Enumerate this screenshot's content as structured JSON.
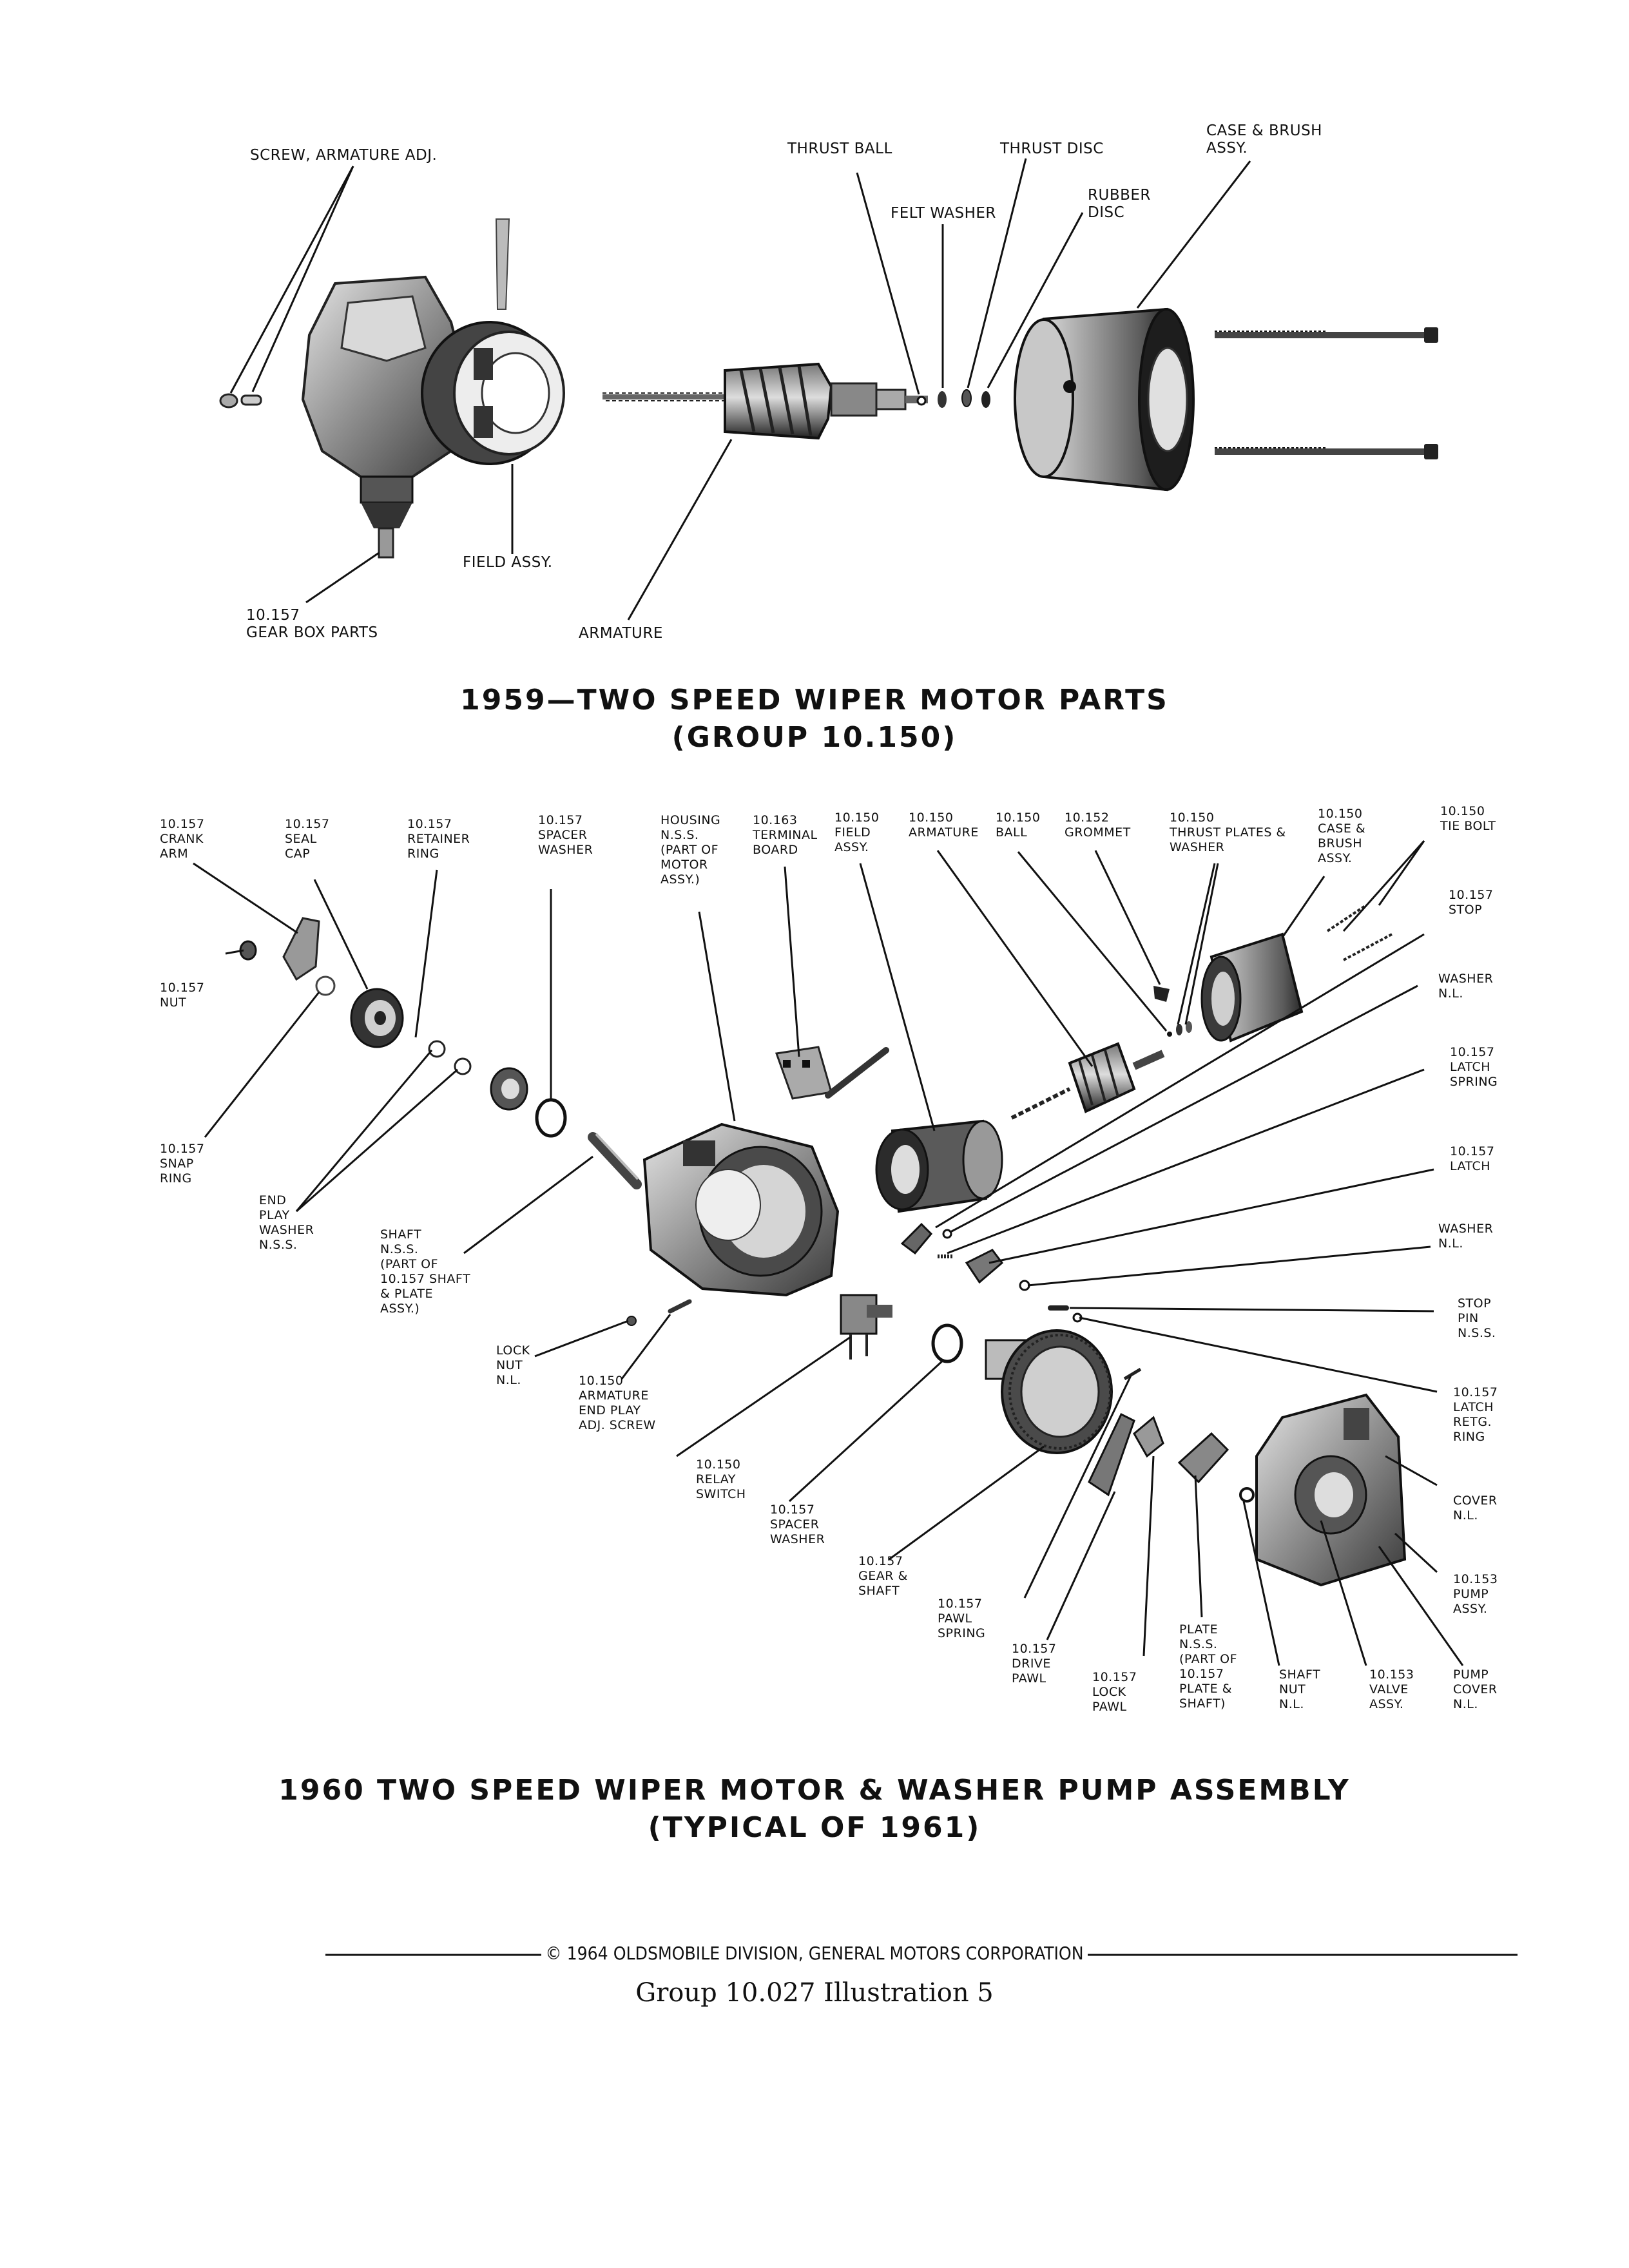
{
  "fig1": {
    "labels": {
      "screw_armature_adj": "SCREW, ARMATURE ADJ.",
      "thrust_ball": "THRUST BALL",
      "thrust_disc": "THRUST DISC",
      "case_brush": "CASE & BRUSH\nASSY.",
      "rubber_disc": "RUBBER\nDISC",
      "felt_washer": "FELT WASHER",
      "field_assy": "FIELD ASSY.",
      "gear_box": "10.157\nGEAR BOX PARTS",
      "armature": "ARMATURE"
    },
    "title_line1": "1959—TWO SPEED WIPER MOTOR PARTS",
    "title_line2": "(GROUP 10.150)"
  },
  "fig2": {
    "labels": {
      "crank_arm": "10.157\nCRANK\nARM",
      "seal_cap": "10.157\nSEAL\nCAP",
      "retainer_ring": "10.157\nRETAINER\nRING",
      "spacer_washer_top": "10.157\nSPACER\nWASHER",
      "housing": "HOUSING\nN.S.S.\n(PART OF\nMOTOR\nASSY.)",
      "terminal_board": "10.163\nTERMINAL\nBOARD",
      "field_assy": "10.150\nFIELD\nASSY.",
      "armature": "10.150\nARMATURE",
      "ball": "10.150\nBALL",
      "grommet": "10.152\nGROMMET",
      "thrust_plates": "10.150\nTHRUST PLATES &\nWASHER",
      "case_brush": "10.150\nCASE &\nBRUSH\nASSY.",
      "tie_bolt": "10.150\nTIE BOLT",
      "nut": "10.157\nNUT",
      "stop": "10.157\nSTOP",
      "washer_nl_1": "WASHER\nN.L.",
      "latch_spring": "10.157\nLATCH\nSPRING",
      "snap_ring": "10.157\nSNAP\nRING",
      "latch": "10.157\nLATCH",
      "end_play_washer": "END\nPLAY\nWASHER\nN.S.S.",
      "shaft": "SHAFT\nN.S.S.\n(PART OF\n10.157 SHAFT\n& PLATE\nASSY.)",
      "washer_nl_2": "WASHER\nN.L.",
      "stop_pin": "STOP\nPIN\nN.S.S.",
      "lock_nut": "LOCK\nNUT\nN.L.",
      "armature_end_play": "10.150\nARMATURE\nEND PLAY\nADJ. SCREW",
      "latch_retg_ring": "10.157\nLATCH\nRETG.\nRING",
      "relay_switch": "10.150\nRELAY\nSWITCH",
      "cover": "COVER\nN.L.",
      "spacer_washer_bottom": "10.157\nSPACER\nWASHER",
      "pump_assy": "10.153\nPUMP\nASSY.",
      "gear_shaft": "10.157\nGEAR &\nSHAFT",
      "pawl_spring": "10.157\nPAWL\nSPRING",
      "plate": "PLATE\nN.S.S.\n(PART OF\n10.157\nPLATE &\nSHAFT)",
      "drive_pawl": "10.157\nDRIVE\nPAWL",
      "lock_pawl": "10.157\nLOCK\nPAWL",
      "shaft_nut": "SHAFT\nNUT\nN.L.",
      "valve_assy": "10.153\nVALVE\nASSY.",
      "pump_cover": "PUMP\nCOVER\nN.L."
    },
    "title_line1": "1960 TWO SPEED WIPER MOTOR & WASHER PUMP ASSEMBLY",
    "title_line2": "(TYPICAL OF 1961)"
  },
  "footer": {
    "copyright": "© 1964 OLDSMOBILE DIVISION, GENERAL MOTORS CORPORATION",
    "group_line": "Group 10.027   Illustration  5"
  }
}
